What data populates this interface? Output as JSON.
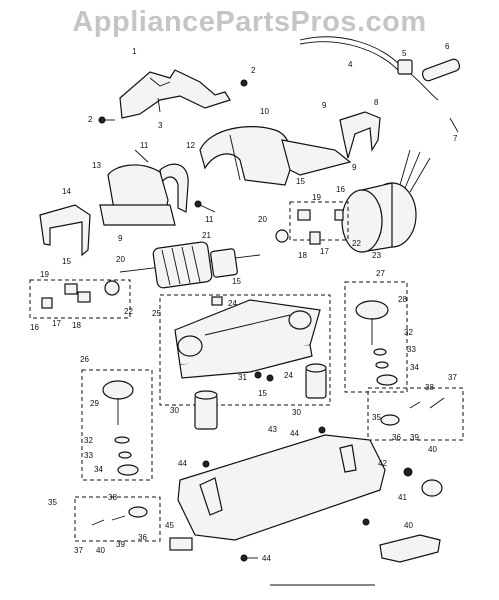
{
  "watermark": "AppliancePartsPros.com",
  "colors": {
    "line": "#111111",
    "watermark": "#969696",
    "background": "#ffffff"
  },
  "callouts": [
    "1",
    "2",
    "3",
    "2",
    "4",
    "5",
    "6",
    "7",
    "8",
    "9",
    "9",
    "10",
    "11",
    "11",
    "12",
    "13",
    "14",
    "9",
    "15",
    "16",
    "19",
    "20",
    "21",
    "17",
    "18",
    "22",
    "23",
    "19",
    "15",
    "20",
    "16",
    "17",
    "18",
    "22",
    "15",
    "24",
    "25",
    "27",
    "28",
    "32",
    "33",
    "34",
    "26",
    "29",
    "31",
    "24",
    "15",
    "30",
    "30",
    "32",
    "33",
    "34",
    "38",
    "37",
    "35",
    "36",
    "39",
    "40",
    "43",
    "44",
    "42",
    "41",
    "44",
    "35",
    "38",
    "37",
    "40",
    "39",
    "36",
    "45",
    "44",
    "40"
  ]
}
